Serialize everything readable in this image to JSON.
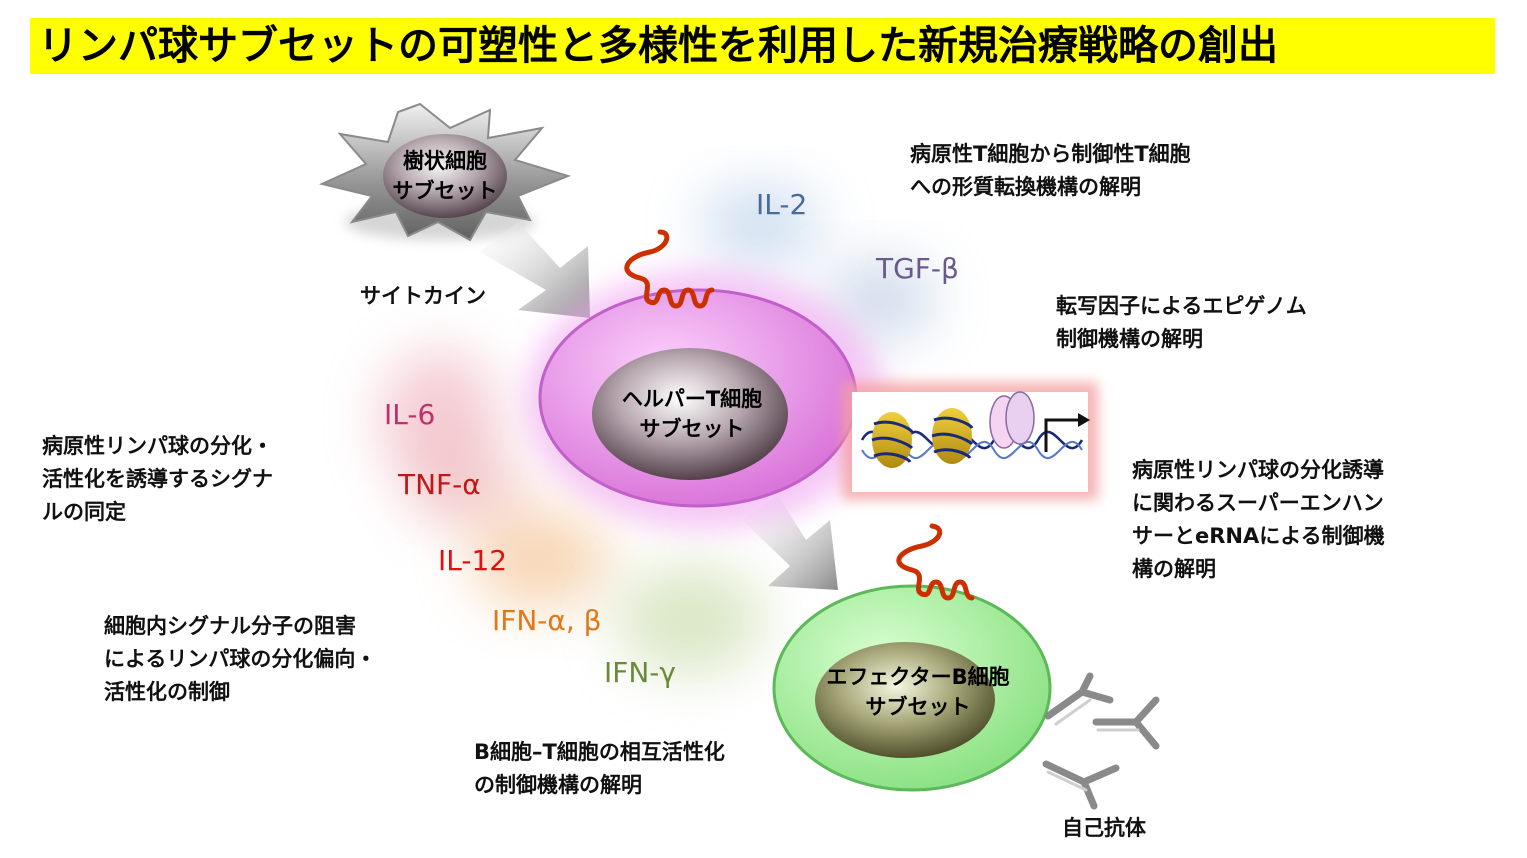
{
  "title": "リンパ球サブセットの可塑性と多様性を利用した新規治療戦略の創出",
  "cells": {
    "dendritic": "樹状細胞\nサブセット",
    "helper_t": "ヘルパーT細胞\nサブセット",
    "effector_b": "エフェクターB細胞\nサブセット"
  },
  "labels": {
    "cytokine": "サイトカイン",
    "autoantibody": "自己抗体"
  },
  "cytokines": {
    "il2": "IL-2",
    "tgfb": "TGF-β",
    "il6": "IL-6",
    "tnfa": "TNF-α",
    "il12": "IL-12",
    "ifnab": "IFN-α, β",
    "ifng": "IFN-γ"
  },
  "notes": {
    "treg_conversion": "病原性T細胞から制御性T細胞\nへの形質転換機構の解明",
    "epigenome": "転写因子によるエピゲノム\n制御機構の解明",
    "signal_identification": "病原性リンパ球の分化・\n活性化を誘導するシグナ\nルの同定",
    "super_enhancer": "病原性リンパ球の分化誘導\nに関わるスーパーエンハン\nサーとeRNAによる制御機\n構の解明",
    "signal_inhibition": "細胞内シグナル分子の阻害\nによるリンパ球の分化偏向・\n活性化の制御",
    "bt_interaction": "B細胞–T細胞の相互活性化\nの制御機構の解明"
  },
  "colors": {
    "title_bg": "#ffff00",
    "il2": "#4a6a9a",
    "tgfb": "#6a5a8a",
    "il6": "#c0306a",
    "tnfa": "#c01818",
    "il12": "#e01010",
    "ifnab": "#e07818",
    "ifng": "#6a8a3a",
    "helper_outer": "#e890e8",
    "effector_outer": "#a8f0a0",
    "receptor": "#cc3000"
  }
}
